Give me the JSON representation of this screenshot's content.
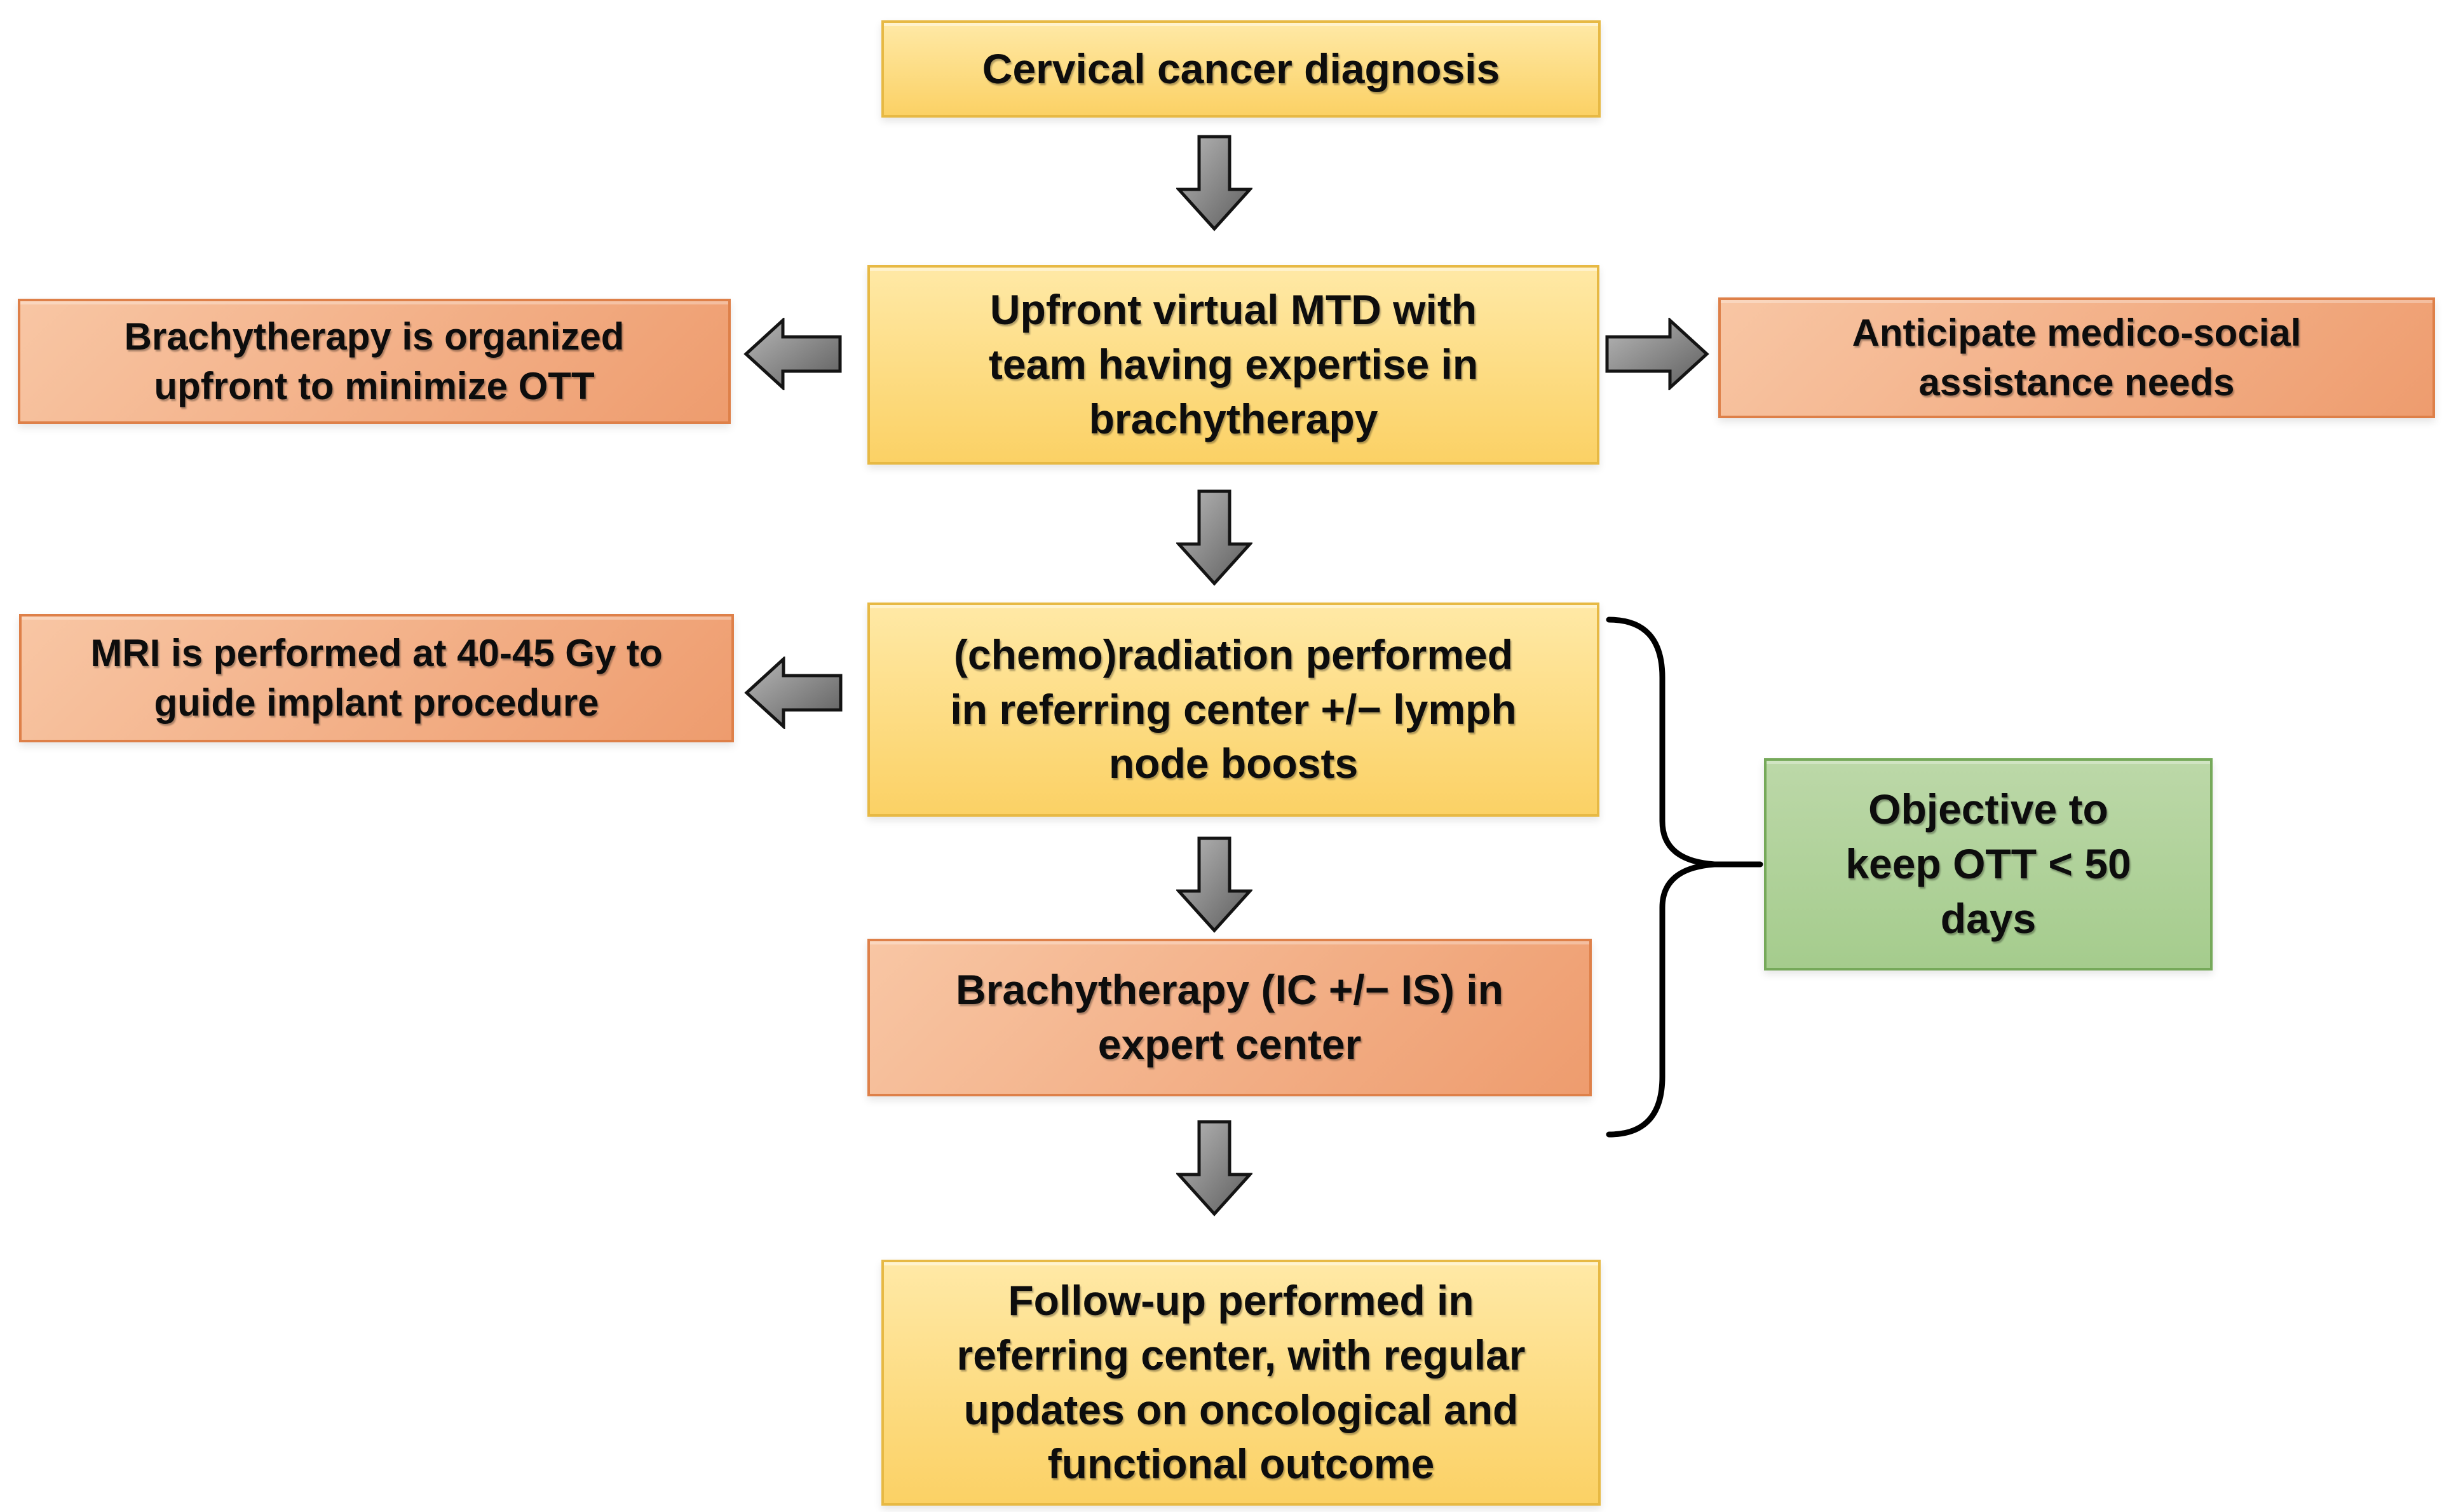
{
  "colors": {
    "background": "#FFFFFF",
    "text": "#0D0D0D",
    "yellow_fill_top": "#FFE9A6",
    "yellow_fill_bottom": "#FBD165",
    "yellow_border": "#E7B944",
    "orange_fill_top": "#F8C6A4",
    "orange_fill_bottom": "#EE9C6E",
    "orange_border": "#DE8049",
    "green_fill_top": "#BCD8A8",
    "green_fill_bottom": "#A5CC8D",
    "green_border": "#76A95A",
    "arrow_fill_light": "#B8B8B8",
    "arrow_fill_dark": "#6B6B6B",
    "arrow_border": "#141414",
    "brace": "#000000"
  },
  "nodes": {
    "diagnosis": {
      "text": "Cervical cancer diagnosis"
    },
    "mtd": {
      "text": "Upfront virtual MTD with\nteam having expertise in\nbrachytherapy"
    },
    "brachy_upfront": {
      "text": "Brachytherapy is organized\nupfront to minimize OTT"
    },
    "medico_social": {
      "text": "Anticipate medico-social\nassistance needs"
    },
    "chemoradiation": {
      "text": "(chemo)radiation performed\nin referring center +/− lymph\nnode boosts"
    },
    "mri": {
      "text": "MRI is performed at 40-45 Gy to\nguide implant procedure"
    },
    "brachy_expert": {
      "text": "Brachytherapy (IC +/− IS) in\nexpert center"
    },
    "objective": {
      "text": "Objective to\nkeep OTT < 50\ndays"
    },
    "followup": {
      "text": "Follow-up performed in\nreferring center, with regular\nupdates on oncological and\nfunctional outcome"
    }
  }
}
